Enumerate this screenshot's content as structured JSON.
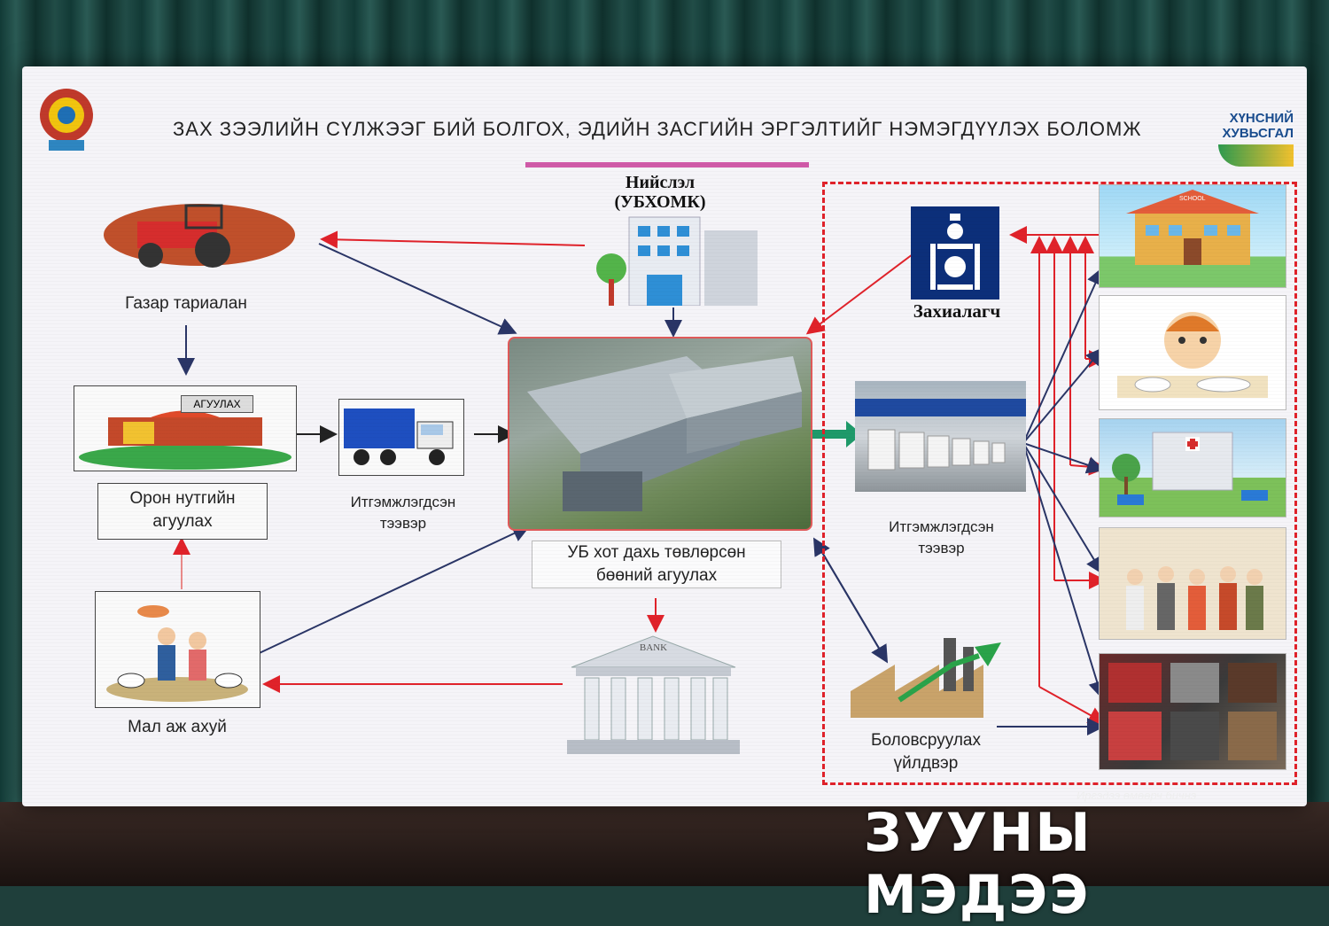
{
  "title": "ЗАХ ЗЭЭЛИЙН СҮЛЖЭЭГ БИЙ БОЛГОХ,  ЭДИЙН ЗАСГИЙН ЭРГЭЛТИЙГ НЭМЭГДҮҮЛЭХ БОЛОМЖ",
  "logo_right": {
    "line1": "ХҮНСНИЙ",
    "line2": "ХУВЬСГАЛ"
  },
  "nodes": {
    "capital_line1": "Нийслэл",
    "capital_line2": "(УБХОМК)",
    "farming": "Газар тариалан",
    "warehouse_sign": "АГУУЛАХ",
    "local_wh_line1": "Орон нутгийн",
    "local_wh_line2": "агуулах",
    "transport_left_line1": "Итгэмжлэгдсэн",
    "transport_left_line2": "тээвэр",
    "central_wh_line1": "УБ хот дахь төвлөрсөн",
    "central_wh_line2": "бөөний агуулах",
    "livestock": "Мал аж ахуй",
    "bank_sign": "BANK",
    "customer": "Захиалагч",
    "transport_right_line1": "Итгэмжлэгдсэн",
    "transport_right_line2": "тээвэр",
    "processing_line1": "Боловсруулах",
    "processing_line2": "үйлдвэр",
    "school_sign": "SCHOOL"
  },
  "watermark": {
    "main": "ЗУУНЫ МЭДЭЭ",
    "tagline": "Иргэдээ өмөөрч бичнэ"
  },
  "colors": {
    "red_arrow": "#e0222a",
    "blue_arrow": "#2a3566",
    "green_arrow": "#1f9a6a",
    "title_underline": "#d05aa8"
  }
}
